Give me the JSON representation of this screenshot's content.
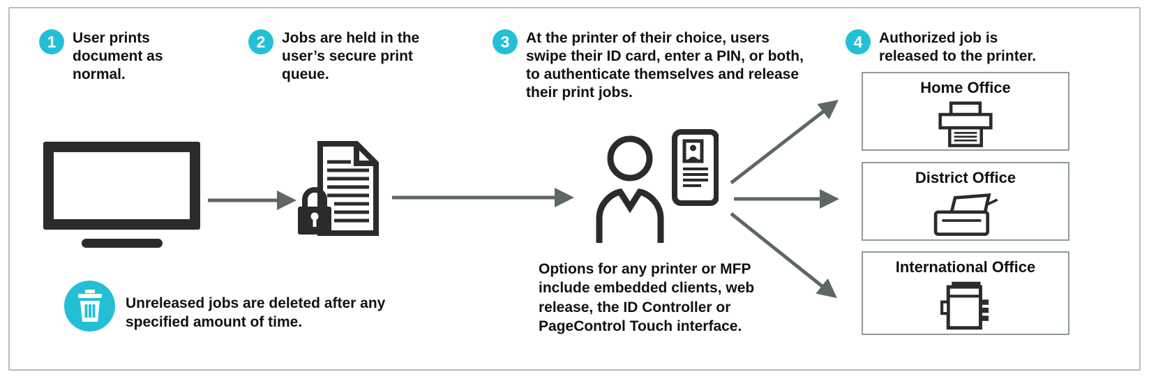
{
  "steps": [
    {
      "number": "1",
      "text": "User prints document as normal."
    },
    {
      "number": "2",
      "text": "Jobs are held in the user’s secure print queue."
    },
    {
      "number": "3",
      "text": "At the printer of their choice, users swipe their ID card, enter a PIN, or both, to authenticate themselves and release their print jobs."
    },
    {
      "number": "4",
      "text": "Authorized job is released to the printer."
    }
  ],
  "notes": {
    "options": "Options for any printer or MFP include embedded clients, web release, the ID Controller or PageControl Touch interface.",
    "deletion": "Unreleased jobs are deleted after any specified amount of time."
  },
  "offices": [
    {
      "label": "Home Office",
      "icon": "home-office-printer-icon"
    },
    {
      "label": "District Office",
      "icon": "district-office-printer-icon"
    },
    {
      "label": "International Office",
      "icon": "international-office-copier-icon"
    }
  ],
  "icons": [
    "computer-monitor-icon",
    "locked-document-icon",
    "user-with-id-card-icon",
    "trash-icon",
    "flow-arrow"
  ],
  "colors": {
    "accent": "#23c0d5",
    "icon": "#2b2b2b",
    "text": "#111111",
    "arrow": "#5d6766",
    "box_border": "#8f9b99",
    "frame_border": "#b7bcbc"
  }
}
